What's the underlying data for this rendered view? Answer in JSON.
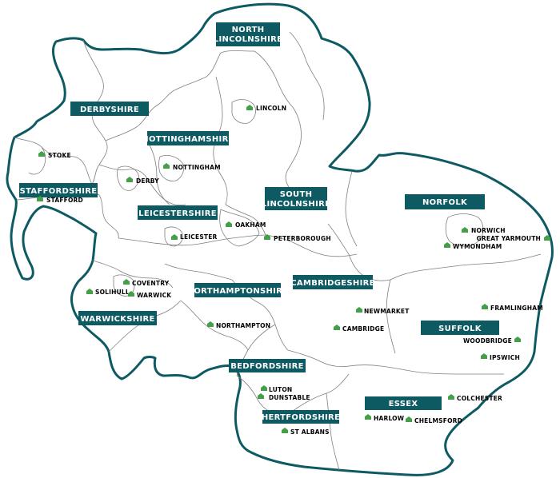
{
  "map": {
    "colors": {
      "outline": "#0e5a63",
      "label_fill": "#0e5a63",
      "label_text": "#ffffff",
      "marker": "#43a047",
      "boundaries": "#7f7f7f"
    },
    "marker_icon": "pentagon-pin-icon",
    "counties": [
      "NORTH",
      "LINCOLNSHIRE",
      "DERBYSHIRE",
      "NOTTINGHAMSHIRE",
      "STAFFORDSHIRE",
      "LEICESTERSHIRE",
      "SOUTH",
      "LINCOLNSHIRE",
      "NORFOLK",
      "CAMBRIDGESHIRE",
      "NORTHAMPTONSHIRE",
      "WARWICKSHIRE",
      "SUFFOLK",
      "BEDFORDSHIRE",
      "ESSEX",
      "HERTFORDSHIRE"
    ],
    "towns": [
      "LINCOLN",
      "STOKE",
      "NOTTINGHAM",
      "DERBY",
      "STAFFORD",
      "OAKHAM",
      "LEICESTER",
      "PETERBOROUGH",
      "NORWICH",
      "GREAT YARMOUTH",
      "WYMONDHAM",
      "COVENTRY",
      "SOLIHULL",
      "WARWICK",
      "NEWMARKET",
      "FRAMLINGHAM",
      "CAMBRIDGE",
      "NORTHAMPTON",
      "WOODBRIDGE",
      "IPSWICH",
      "LUTON",
      "DUNSTABLE",
      "COLCHESTER",
      "HARLOW",
      "CHELMSFORD",
      "ST ALBANS"
    ]
  }
}
